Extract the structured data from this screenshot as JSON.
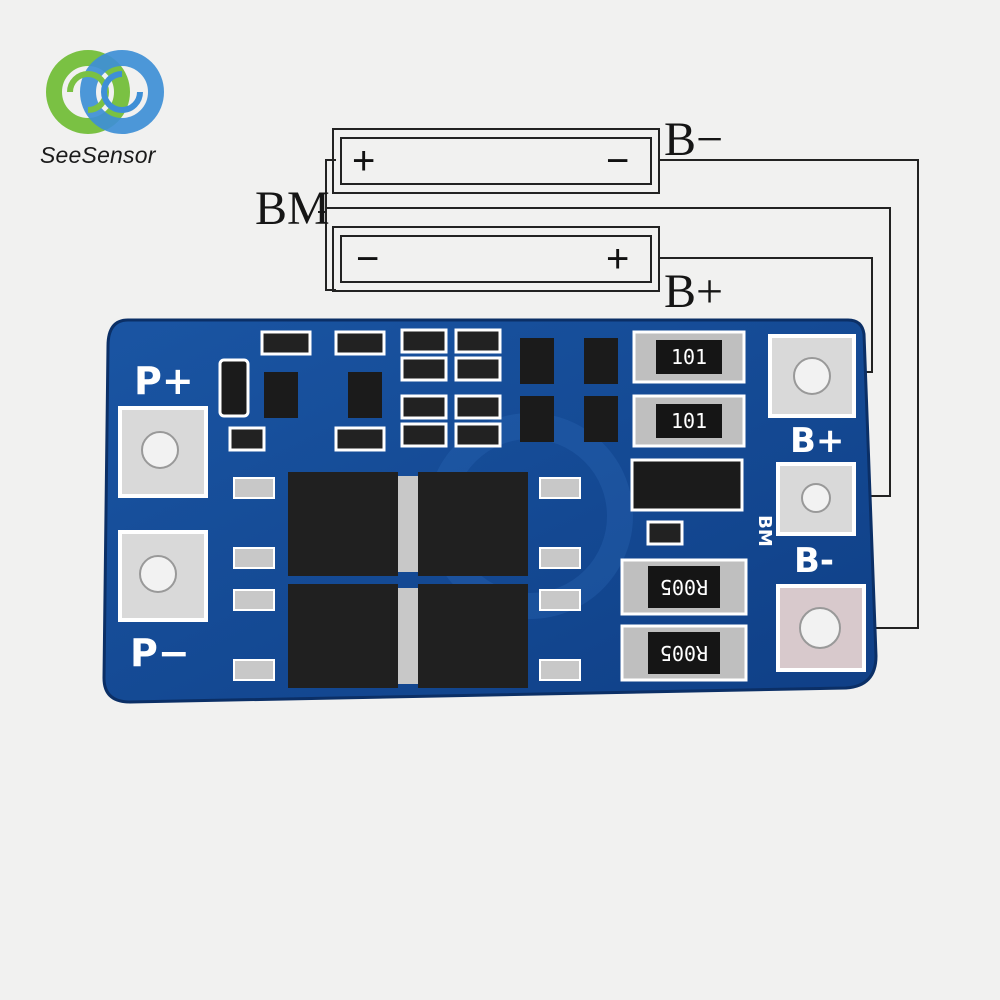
{
  "brand": {
    "name": "SeeSensor",
    "logo_colors": {
      "green": "#7ac143",
      "blue": "#3e8fd6"
    }
  },
  "diagram": {
    "label_bm": "BM",
    "label_b_minus": "B−",
    "label_b_plus": "B+",
    "cell_top": {
      "left_terminal": "+",
      "right_terminal": "−"
    },
    "cell_bottom": {
      "left_terminal": "−",
      "right_terminal": "+"
    }
  },
  "board": {
    "color": "#14478f",
    "pad_labels": {
      "p_plus": "P+",
      "p_minus": "P−",
      "b_plus": "B+",
      "b_minus": "B-",
      "bm": "BM"
    },
    "resistor_markings": {
      "r1": "101",
      "r2": "101",
      "r3": "R005",
      "r4": "R005"
    }
  }
}
